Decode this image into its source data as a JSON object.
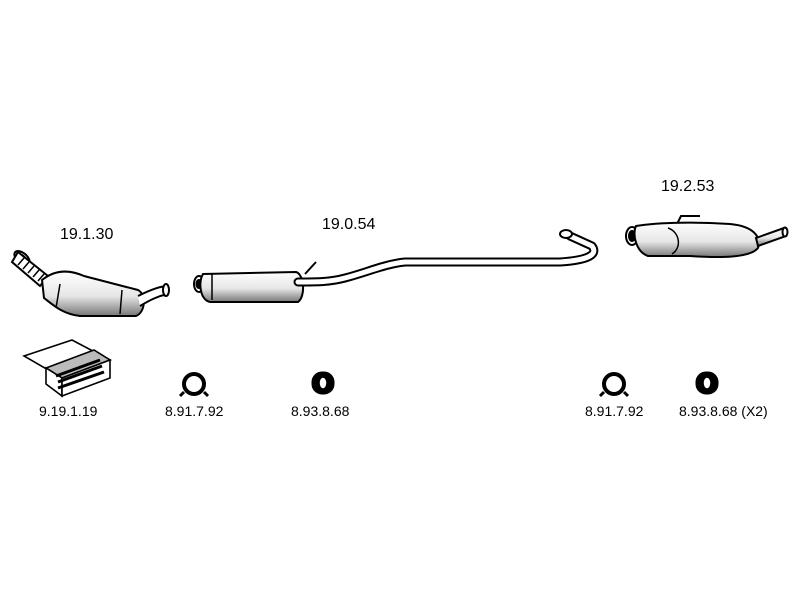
{
  "parts": {
    "front_section": {
      "label": "19.1.30"
    },
    "middle_section": {
      "label": "19.0.54"
    },
    "rear_section": {
      "label": "19.2.53"
    },
    "mounting_kit": {
      "label": "9.19.1.19"
    },
    "clamp_front": {
      "label": "8.91.7.92"
    },
    "rubber_mount_front": {
      "label": "8.93.8.68"
    },
    "clamp_rear": {
      "label": "8.91.7.92"
    },
    "rubber_mount_rear": {
      "label": "8.93.8.68 (X2)"
    }
  },
  "colors": {
    "ink": "#000000",
    "paper": "#ffffff",
    "shade": "#555555"
  }
}
